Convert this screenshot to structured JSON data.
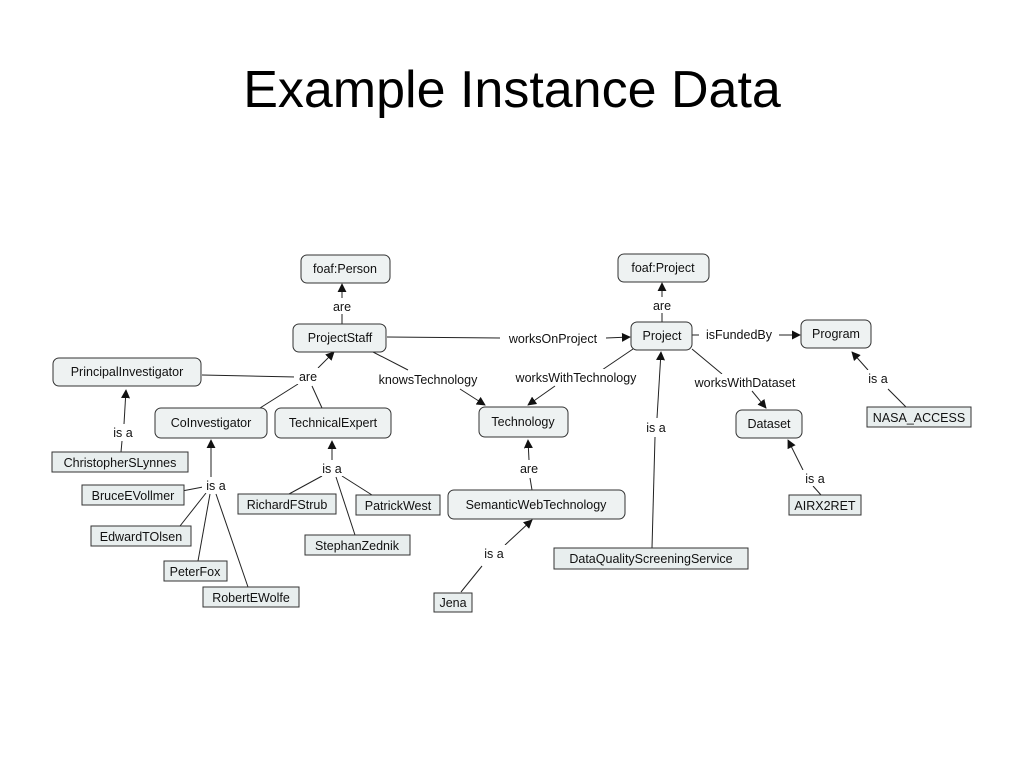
{
  "slide": {
    "title": "Example Instance Data"
  },
  "colors": {
    "node_fill": "#eef2f2",
    "node_border": "#333333",
    "line": "#222222"
  },
  "nodes": {
    "foafPerson": "foaf:Person",
    "foafProject": "foaf:Project",
    "projectStaff": "ProjectStaff",
    "project": "Project",
    "program": "Program",
    "principalInvestigator": "PrincipalInvestigator",
    "coInvestigator": "CoInvestigator",
    "technicalExpert": "TechnicalExpert",
    "technology": "Technology",
    "dataset": "Dataset",
    "nasaAccess": "NASA_ACCESS",
    "christopher": "ChristopherSLynnes",
    "bruce": "BruceEVollmer",
    "edward": "EdwardTOlsen",
    "peter": "PeterFox",
    "robert": "RobertEWolfe",
    "richard": "RichardFStrub",
    "patrick": "PatrickWest",
    "stephan": "StephanZednik",
    "semweb": "SemanticWebTechnology",
    "jena": "Jena",
    "dqss": "DataQualityScreeningService",
    "airx": "AIRX2RET"
  },
  "labels": {
    "areStaffPerson": "are",
    "areProjectFoaf": "are",
    "worksOnProject": "worksOnProject",
    "isFundedBy": "isFundedBy",
    "areRoles": "are",
    "knowsTechnology": "knowsTechnology",
    "worksWithTechnology": "worksWithTechnology",
    "worksWithDataset": "worksWithDataset",
    "isaNasa": "is a",
    "isaChristopher": "is a",
    "isaCoInv": "is a",
    "isaTechExpert": "is a",
    "areSemweb": "are",
    "isaJena": "is a",
    "isaDqss": "is a",
    "isaAirx": "is a"
  }
}
